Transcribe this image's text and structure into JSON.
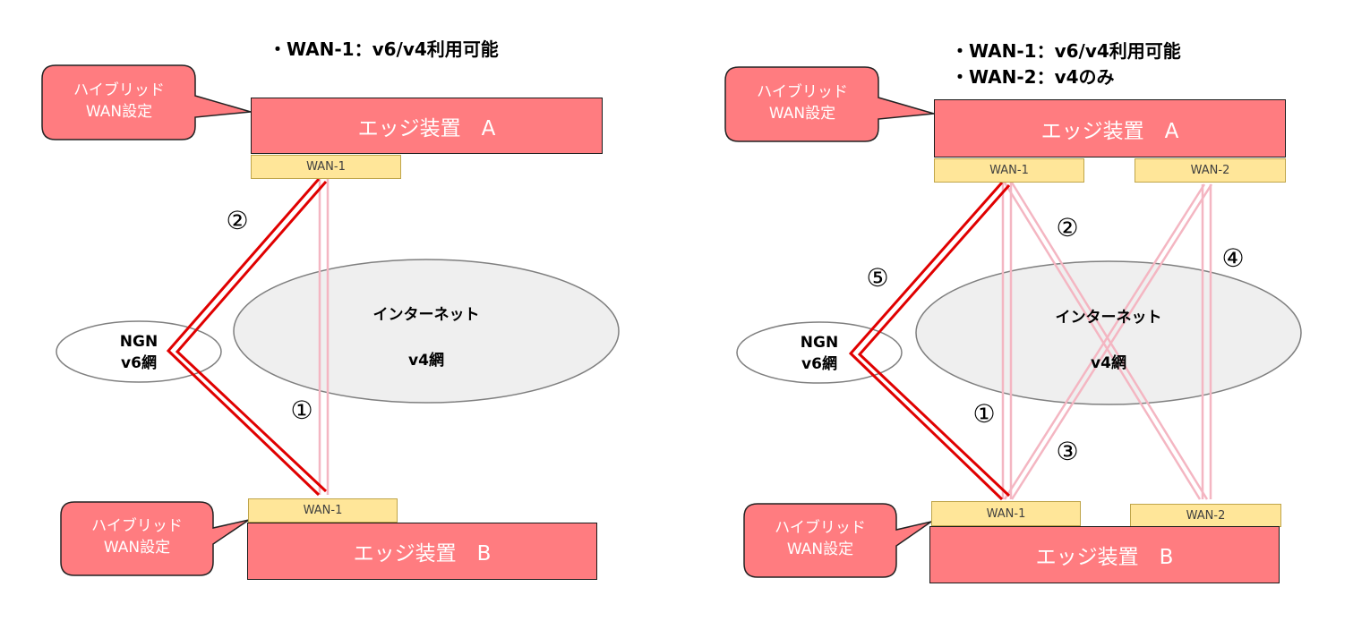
{
  "left": {
    "titles": [
      "・WAN-1：v6/v4利用可能"
    ],
    "callout_top": [
      "ハイブリッド",
      "WAN設定"
    ],
    "callout_bottom": [
      "ハイブリッド",
      "WAN設定"
    ],
    "device_a": "エッジ装置　A",
    "device_b": "エッジ装置　B",
    "port_a1": "WAN-1",
    "port_b1": "WAN-1",
    "ngn": [
      "NGN",
      "v6網"
    ],
    "internet": [
      "インターネット",
      "v4網"
    ],
    "route_labels": [
      "①",
      "②"
    ]
  },
  "right": {
    "titles": [
      "・WAN-1：v6/v4利用可能",
      "・WAN-2：v4のみ"
    ],
    "callout_top": [
      "ハイブリッド",
      "WAN設定"
    ],
    "callout_bottom": [
      "ハイブリッド",
      "WAN設定"
    ],
    "device_a": "エッジ装置　A",
    "device_b": "エッジ装置　B",
    "port_a1": "WAN-1",
    "port_a2": "WAN-2",
    "port_b1": "WAN-1",
    "port_b2": "WAN-2",
    "ngn": [
      "NGN",
      "v6網"
    ],
    "internet": [
      "インターネット",
      "v4網"
    ],
    "route_labels": [
      "①",
      "②",
      "③",
      "④",
      "⑤"
    ]
  },
  "colors": {
    "device_fill": "#ff7c80",
    "port_fill": "#ffe699",
    "v6_route": "#e00000",
    "v4_route": "#f4b6c2",
    "cloud_fill": "#efefef",
    "cloud_stroke": "#7f7f7f"
  }
}
